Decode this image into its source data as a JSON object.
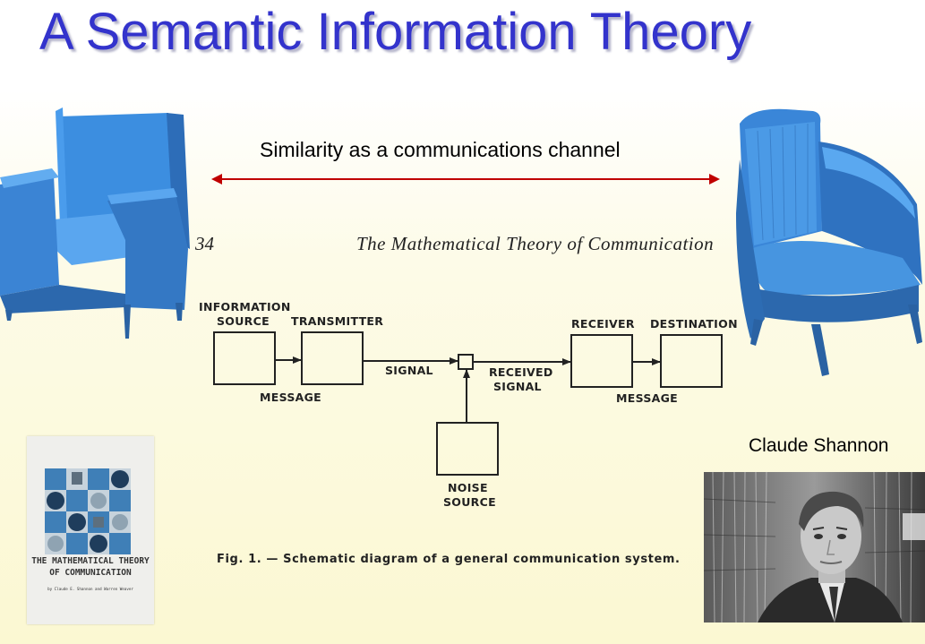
{
  "slide": {
    "title": "A Semantic Information Theory",
    "subtitle": "Similarity as a communications channel"
  },
  "book_page": {
    "page_number": "34",
    "running_title": "The Mathematical Theory of Communication",
    "caption": "Fig. 1. — Schematic diagram of a general communication system."
  },
  "diagram": {
    "information_source_line1": "INFORMATION",
    "information_source_line2": "SOURCE",
    "transmitter": "TRANSMITTER",
    "receiver": "RECEIVER",
    "destination": "DESTINATION",
    "message_left": "MESSAGE",
    "signal": "SIGNAL",
    "received_signal_line1": "RECEIVED",
    "received_signal_line2": "SIGNAL",
    "message_right": "MESSAGE",
    "noise_source_line1": "NOISE",
    "noise_source_line2": "SOURCE"
  },
  "book_cover": {
    "title_line1": "THE MATHEMATICAL THEORY",
    "title_line2": "OF COMMUNICATION",
    "authors": "by Claude E. Shannon and Warren Weaver"
  },
  "photo": {
    "label": "Claude Shannon"
  },
  "colors": {
    "title": "#3333cc",
    "arrow": "#c00000",
    "chair": "#3a82d0"
  }
}
